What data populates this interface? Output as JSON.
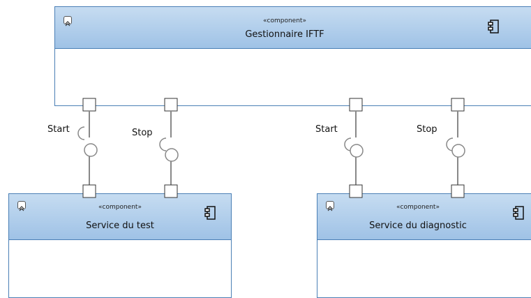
{
  "components": [
    {
      "id": "gestionnaire",
      "stereotype": "«component»",
      "name": "Gestionnaire IFTF"
    },
    {
      "id": "service-test",
      "stereotype": "«component»",
      "name": "Service du test"
    },
    {
      "id": "service-diag",
      "stereotype": "«component»",
      "name": "Service du diagnostic"
    }
  ],
  "interfaces": [
    {
      "label": "Start"
    },
    {
      "label": "Stop"
    },
    {
      "label": "Start"
    },
    {
      "label": "Stop"
    }
  ],
  "icons": {
    "collapse": "double-chevron-up-icon",
    "component": "component-icon"
  },
  "colors": {
    "header_top": "#c6dcf1",
    "header_bottom": "#9fc2e6",
    "border": "#4a7fb5",
    "connector": "#888888"
  }
}
